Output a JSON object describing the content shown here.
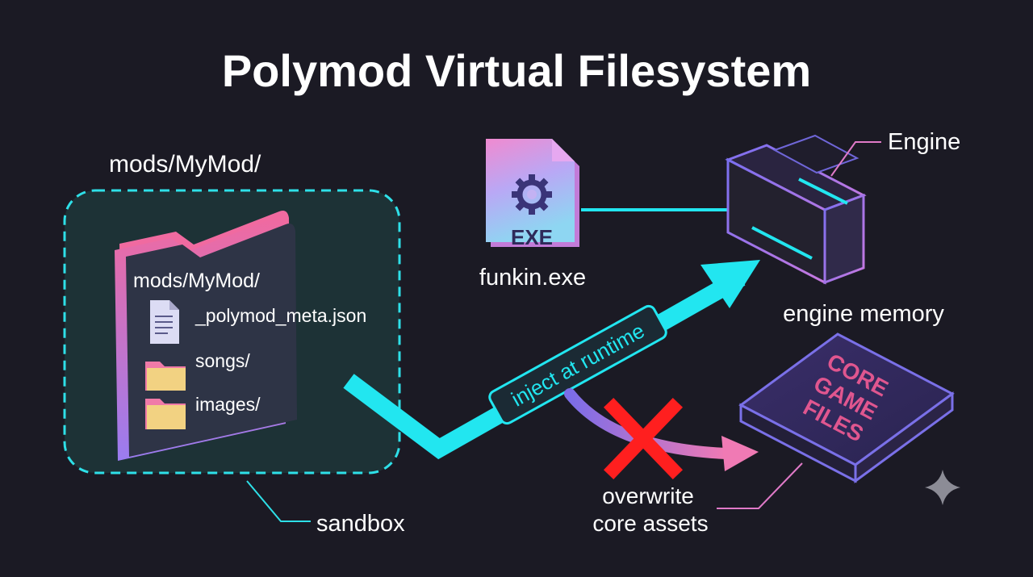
{
  "title": "Polymod Virtual Filesystem",
  "mod_folder": {
    "outer_label": "mods/MyMod/",
    "inner_label": "mods/MyMod/",
    "items": [
      {
        "icon": "document-icon",
        "label": "_polymod_meta.json"
      },
      {
        "icon": "folder-icon",
        "label": "songs/"
      },
      {
        "icon": "folder-icon",
        "label": "images/"
      }
    ],
    "sandbox_label": "sandbox"
  },
  "executable": {
    "badge": "EXE",
    "label": "funkin.exe",
    "icon": "gear-icon"
  },
  "engine": {
    "callout_label": "Engine",
    "memory_label": "engine memory"
  },
  "inject_arrow": {
    "label": "inject at runtime"
  },
  "core_files": {
    "lines": [
      "CORE",
      "GAME",
      "FILES"
    ],
    "blocked_label_lines": [
      "overwrite",
      "core assets"
    ],
    "blocked_icon": "cross-icon"
  },
  "watermark_icon": "sparkle-icon",
  "colors": {
    "background": "#1b1a24",
    "cyan": "#22e6f0",
    "pink": "#f07ab4",
    "purple": "#7d6cf0",
    "red": "#ff2020"
  }
}
